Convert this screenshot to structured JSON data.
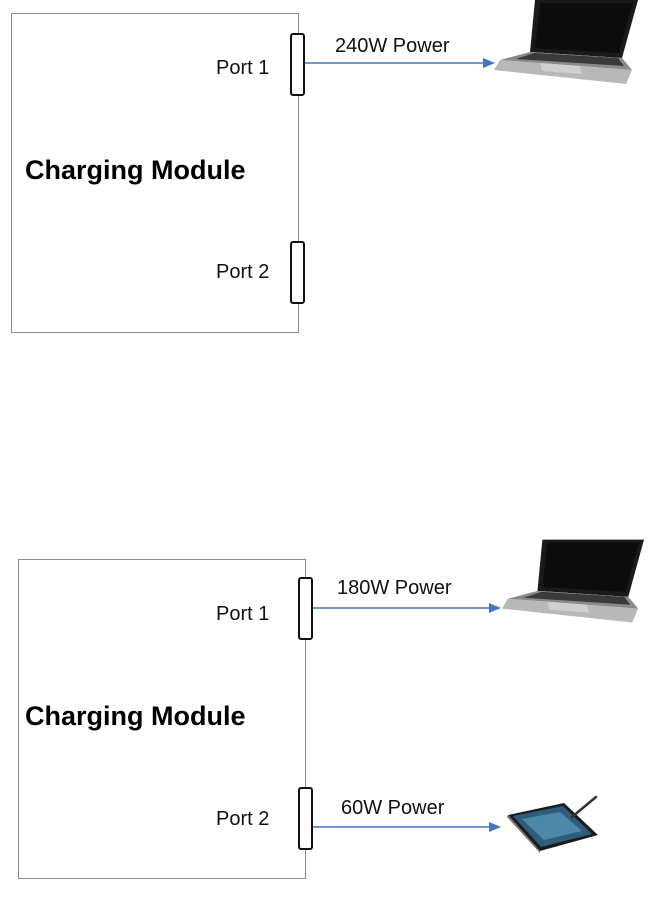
{
  "diagrams": [
    {
      "module_label": "Charging Module",
      "port1": {
        "label": "Port 1",
        "power": "240W Power",
        "device": "laptop-icon"
      },
      "port2": {
        "label": "Port 2",
        "power": "",
        "device": ""
      }
    },
    {
      "module_label": "Charging Module",
      "port1": {
        "label": "Port 1",
        "power": "180W Power",
        "device": "laptop-icon"
      },
      "port2": {
        "label": "Port 2",
        "power": "60W Power",
        "device": "tablet-icon"
      }
    }
  ],
  "colors": {
    "arrow": "#4472c4",
    "module_border": "#8c8c8c",
    "slot_border": "#111111"
  }
}
